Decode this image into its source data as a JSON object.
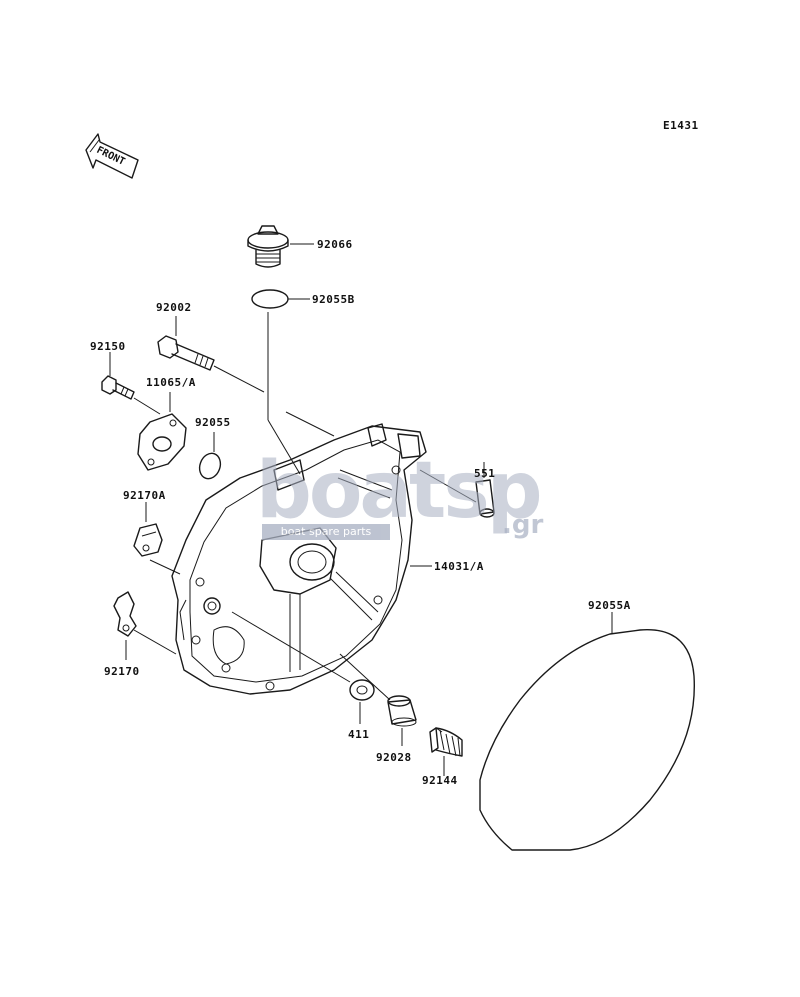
{
  "diagram_code": "E1431",
  "front_arrow": {
    "label": "FRONT",
    "icon": "front-direction-arrow-icon"
  },
  "parts": [
    {
      "id": "cap",
      "label": "92066"
    },
    {
      "id": "oring-b",
      "label": "92055B"
    },
    {
      "id": "bolt",
      "label": "92002"
    },
    {
      "id": "small-bolt",
      "label": "92150"
    },
    {
      "id": "plate",
      "label": "11065/A"
    },
    {
      "id": "oring",
      "label": "92055"
    },
    {
      "id": "pin",
      "label": "551"
    },
    {
      "id": "bracket-a",
      "label": "92170A"
    },
    {
      "id": "cover",
      "label": "14031/A"
    },
    {
      "id": "gasket",
      "label": "92055A"
    },
    {
      "id": "clip",
      "label": "92170"
    },
    {
      "id": "washer",
      "label": "411"
    },
    {
      "id": "bushing",
      "label": "92028"
    },
    {
      "id": "spring",
      "label": "92144"
    }
  ],
  "watermark": {
    "brand": "boatsp",
    "tagline": "boat spare parts",
    "suffix": ".gr"
  }
}
